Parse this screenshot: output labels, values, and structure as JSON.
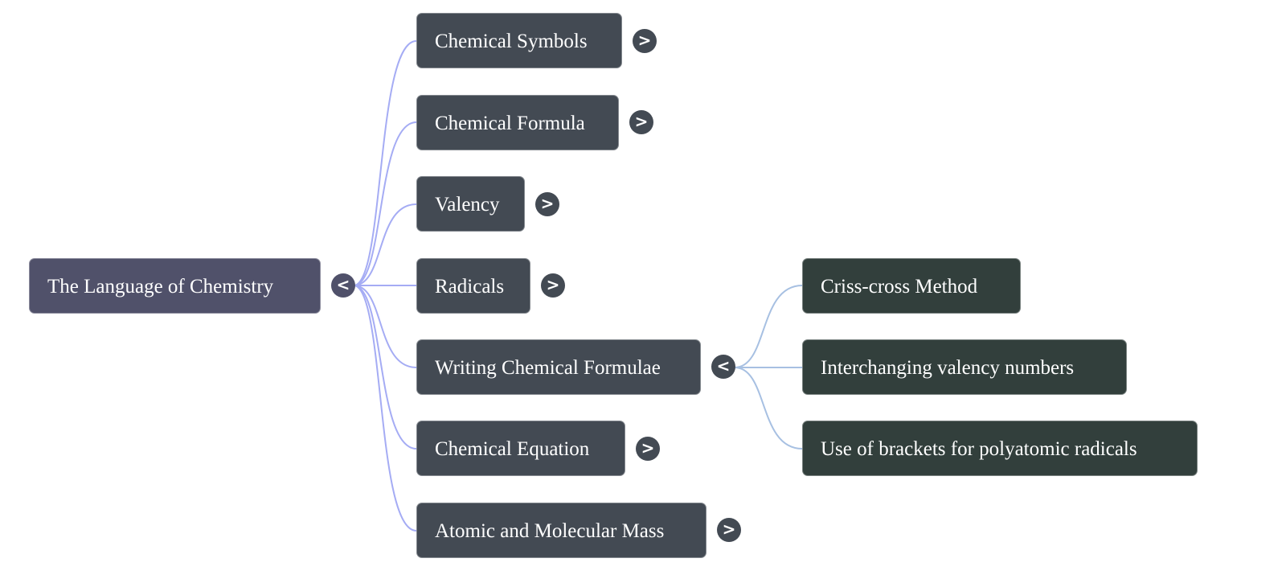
{
  "mindmap": {
    "root": {
      "label": "The Language of Chemistry",
      "toggle": "<",
      "expanded": true
    },
    "link_colors": {
      "root_links": "#a5acf4",
      "sub_links": "#a7c0e2"
    },
    "children": [
      {
        "label": "Chemical Symbols",
        "toggle": ">",
        "expanded": false
      },
      {
        "label": "Chemical Formula",
        "toggle": ">",
        "expanded": false
      },
      {
        "label": "Valency",
        "toggle": ">",
        "expanded": false
      },
      {
        "label": "Radicals",
        "toggle": ">",
        "expanded": false
      },
      {
        "label": "Writing Chemical Formulae",
        "toggle": "<",
        "expanded": true,
        "children": [
          {
            "label": "Criss-cross Method"
          },
          {
            "label": "Interchanging valency numbers"
          },
          {
            "label": "Use of brackets for polyatomic radicals"
          }
        ]
      },
      {
        "label": "Chemical Equation",
        "toggle": ">",
        "expanded": false
      },
      {
        "label": "Atomic and Molecular Mass",
        "toggle": ">",
        "expanded": false
      }
    ]
  }
}
